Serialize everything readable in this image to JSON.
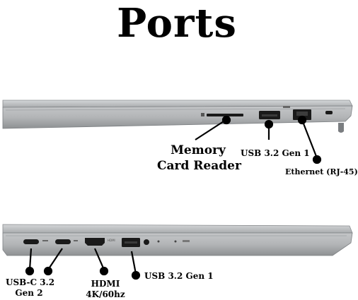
{
  "heading": "Ports",
  "top_view": {
    "labels": {
      "card_reader_line1": "Memory",
      "card_reader_line2": "Card Reader",
      "usb_a": "USB 3.2 Gen 1",
      "ethernet": "Ethernet (RJ-45)"
    }
  },
  "bottom_view": {
    "labels": {
      "usb_c_line1": "USB-C 3.2",
      "usb_c_line2": "Gen 2",
      "hdmi_line1": "HDMI",
      "hdmi_line2": "4K/60hz",
      "usb_a": "USB 3.2 Gen 1"
    },
    "port_markings": {
      "hdmi": "HDMI"
    }
  },
  "colors": {
    "chassis": "#b8babc",
    "chassis_dark": "#8f9294",
    "port": "#1a1a1a",
    "ink": "#000000"
  }
}
